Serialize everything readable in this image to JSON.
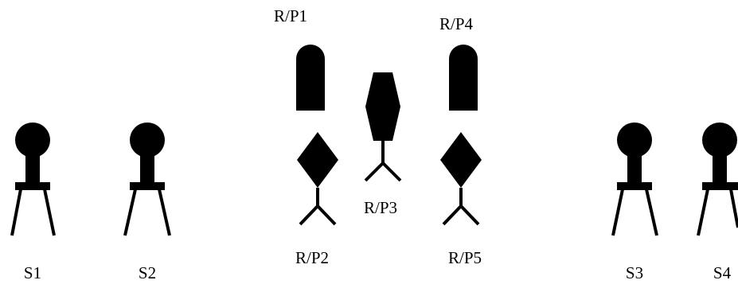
{
  "labels": {
    "s1": "S1",
    "s2": "S2",
    "s3": "S3",
    "s4": "S4",
    "rp1": "R/P1",
    "rp2": "R/P2",
    "rp3": "R/P3",
    "rp4": "R/P4",
    "rp5": "R/P5"
  },
  "colors": {
    "ink": "#000000",
    "background": "#ffffff"
  }
}
